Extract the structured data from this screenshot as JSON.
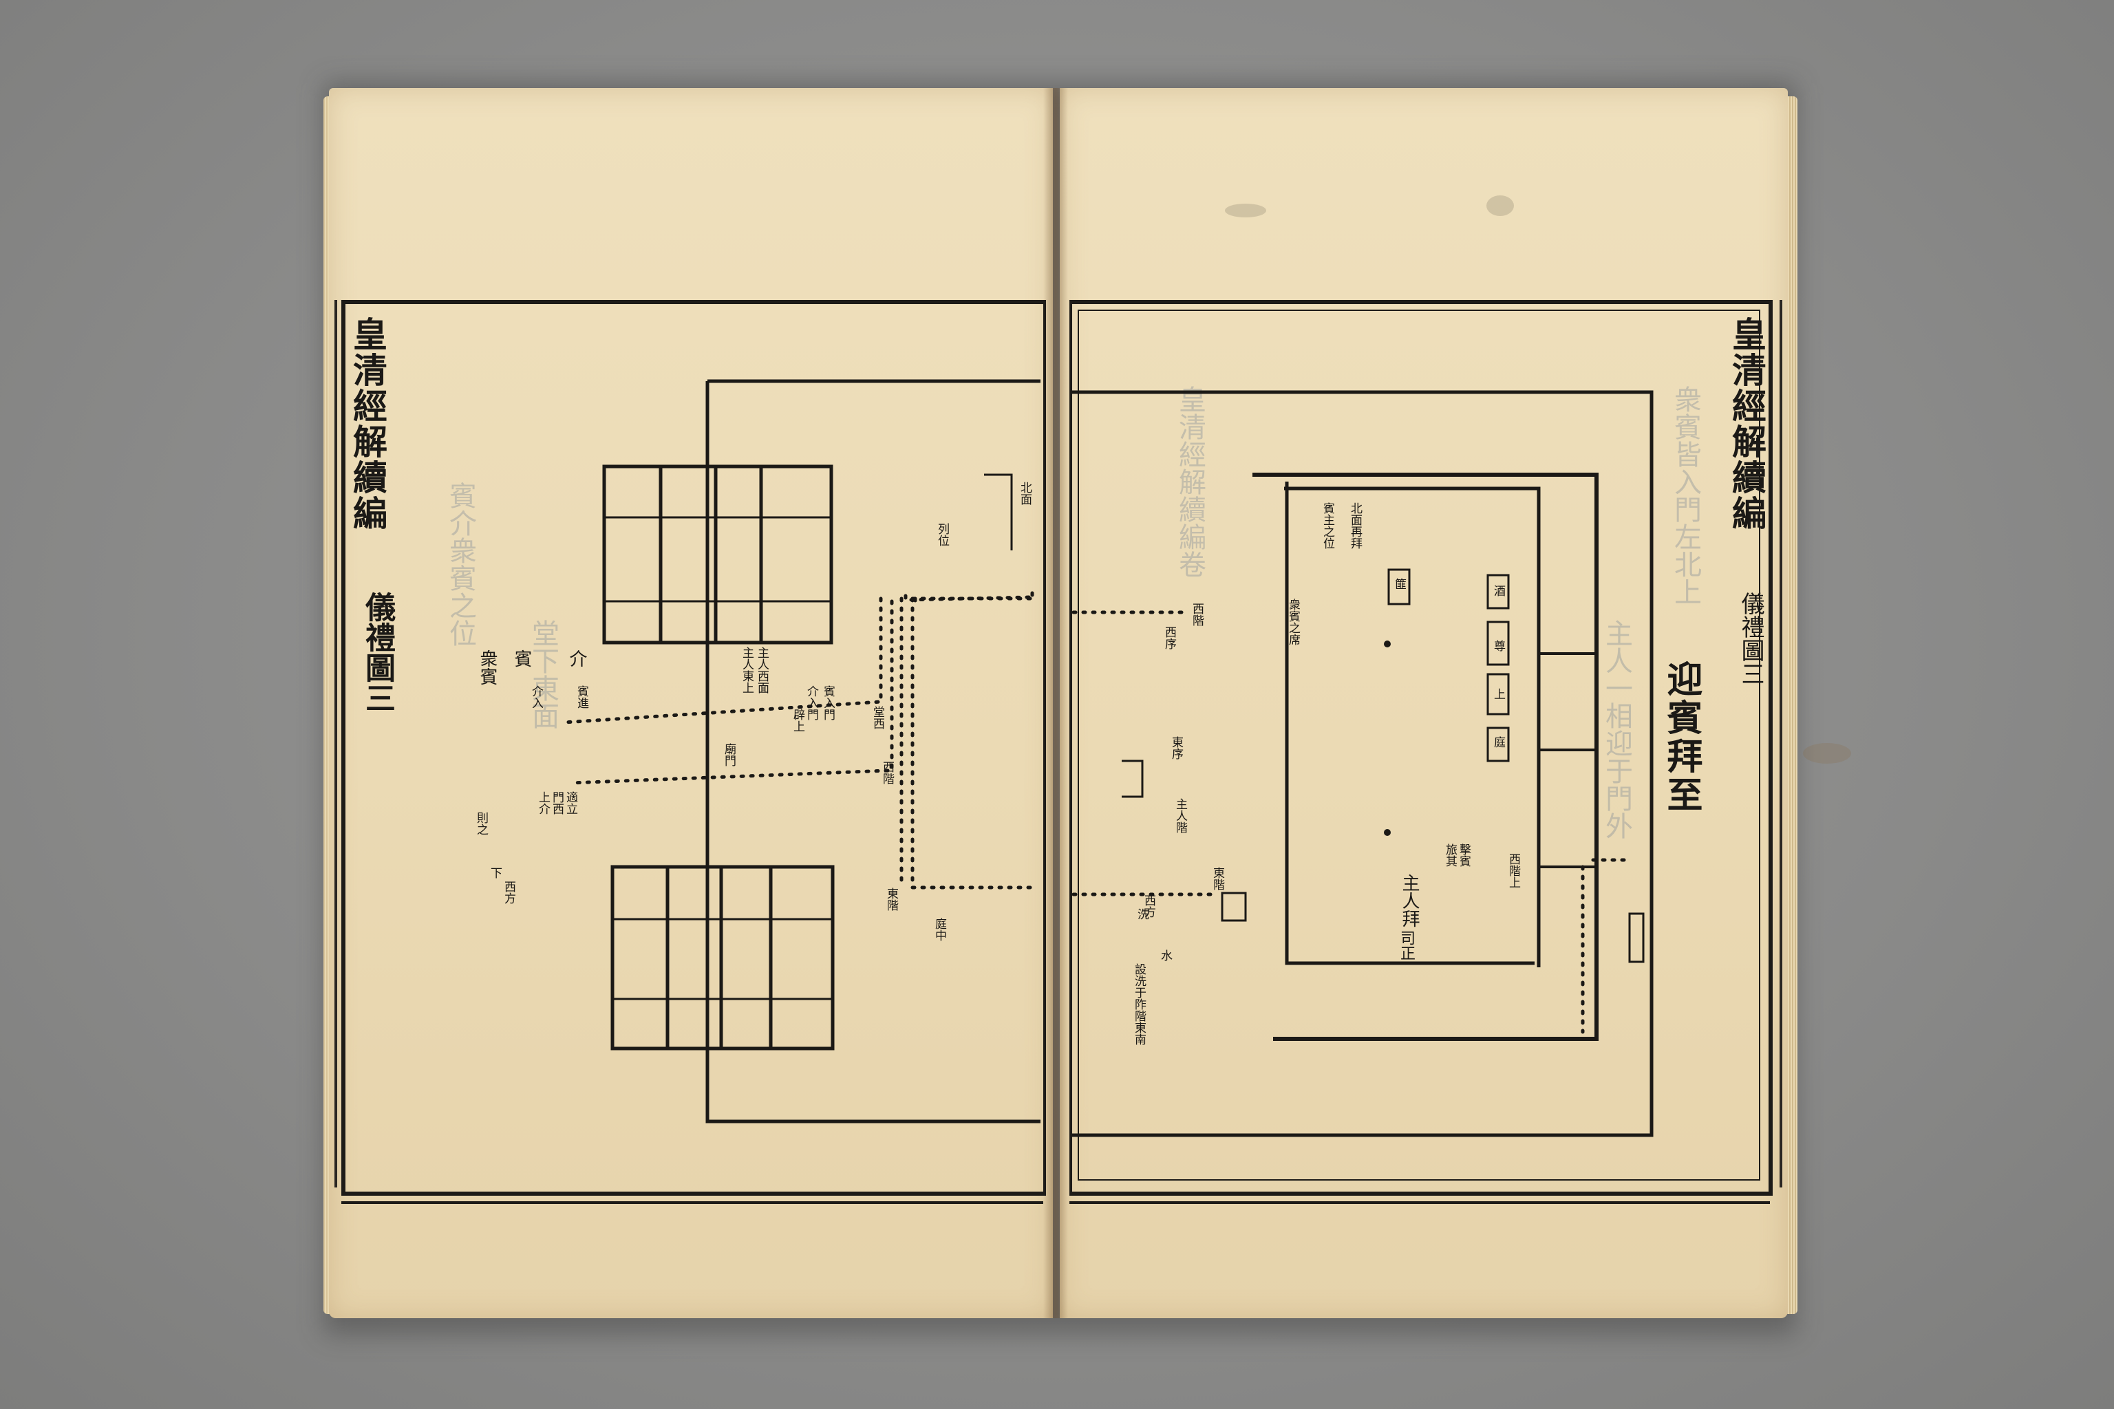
{
  "left_page": {
    "margin_title": "皇清經解續編",
    "margin_section": "儀禮圖三",
    "labels": {
      "bin": "賓",
      "jie": "介",
      "zhong_bin": "衆賓",
      "jie_ru_men": "介入門",
      "bin_ru_men": "賓入門",
      "bian_shang": "辟上",
      "shang_jie": "上介",
      "men_xi": "門西",
      "shi_li": "適立",
      "ze_zhi": "則之",
      "xia": "下",
      "jie_note": "介入",
      "bin_jin": "賓進",
      "miao_men": "廟門",
      "tang_xi": "堂西",
      "zhu_ren_note_a": "主人東上",
      "zhu_ren_note_b": "主人西面",
      "xi_jie": "西階",
      "dong_jie": "東階",
      "xi_fang": "西方",
      "ting_note": "庭中",
      "lie_note": "列位",
      "bei_note": "北面"
    }
  },
  "right_page": {
    "margin_title": "皇清經解續編",
    "margin_section": "儀禮圖三",
    "main_title": "迎賓拜至",
    "labels": {
      "zhu_ren_bai": "主人拜",
      "si_zheng": "司正",
      "lu_qi": "旅其",
      "ji_bin": "擊賓",
      "xi_ji": "西階",
      "dong_ji": "東階",
      "ting": "庭",
      "shang": "上",
      "jiu": "酒",
      "zun": "尊",
      "xi": "洗",
      "shui": "水",
      "fei": "篚",
      "bin_zhu_note": "賓主之位",
      "xi_jie_note": "西階上",
      "bei_note": "北面再拜",
      "dong_xu": "東序",
      "xi_xu": "西序",
      "xi_fang": "西方",
      "zhu_ren_jie": "主人階",
      "zhong_bin_note": "衆賓之席",
      "xi_xi_note": "設洗于阼階東南"
    }
  }
}
